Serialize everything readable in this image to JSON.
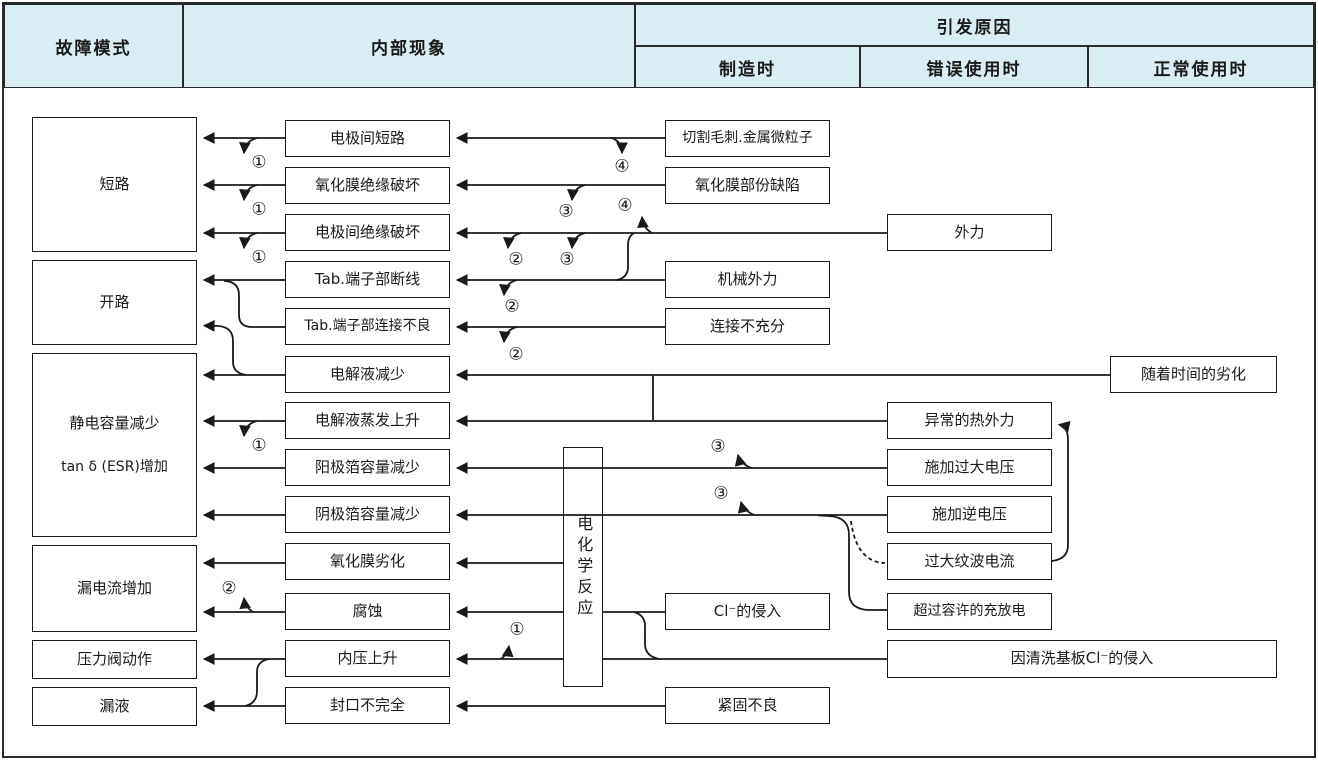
{
  "header": {
    "col_failure_mode": "故障模式",
    "col_internal_phenomenon": "内部现象",
    "col_cause": "引发原因",
    "sub_manufacturing": "制造时",
    "sub_misuse": "错误使用时",
    "sub_normal_use": "正常使用时"
  },
  "failure_modes": {
    "short_circuit": "短路",
    "open_circuit": "开路",
    "cap_decrease": "静电容量减少",
    "esr_increase": "tan δ (ESR)增加",
    "leakage_current_increase": "漏电流增加",
    "pressure_valve_operation": "压力阀动作",
    "liquid_leak": "漏液"
  },
  "internal_phenomena": {
    "electrode_short": "电极间短路",
    "oxide_insulation_breakdown": "氧化膜绝缘破坏",
    "electrode_insulation_breakdown": "电极间绝缘破坏",
    "tab_terminal_break": "Tab.端子部断线",
    "tab_terminal_poor_connection": "Tab.端子部连接不良",
    "electrolyte_decrease": "电解液减少",
    "electrolyte_evaporation_rise": "电解液蒸发上升",
    "anode_foil_cap_decrease": "阳极箔容量减少",
    "cathode_foil_cap_decrease": "阴极箔容量减少",
    "oxide_film_degradation": "氧化膜劣化",
    "corrosion": "腐蚀",
    "internal_pressure_rise": "内压上升",
    "incomplete_sealing": "封口不完全",
    "electrochemical_reaction": "电化学反应"
  },
  "causes_manufacturing": {
    "cutting_burr_metal_particles": "切割毛刺.金属微粒子",
    "oxide_film_partial_defect": "氧化膜部份缺陷",
    "mechanical_force": "机械外力",
    "insufficient_connection": "连接不充分",
    "chloride_intrusion": "Cl⁻的侵入",
    "poor_tightening": "紧固不良"
  },
  "causes_misuse": {
    "external_force": "外力",
    "abnormal_heat": "异常的热外力",
    "excess_voltage": "施加过大电压",
    "reverse_voltage": "施加逆电压",
    "excess_ripple_current": "过大纹波电流",
    "excess_charge_discharge": "超过容许的充放电",
    "board_cleaning_chloride": "因清洗基板Cl⁻的侵入"
  },
  "causes_normal": {
    "deterioration_over_time": "随着时间的劣化"
  },
  "connector_markers": {
    "n1": "①",
    "n2": "②",
    "n3": "③",
    "n4": "④"
  }
}
